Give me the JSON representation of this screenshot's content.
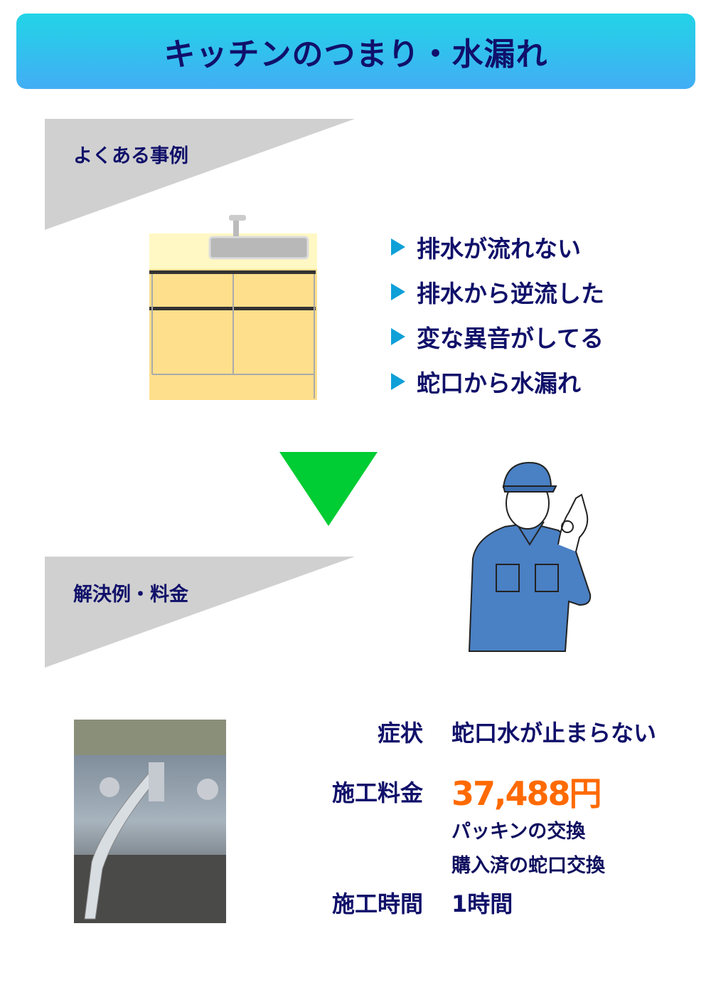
{
  "title": "キッチンのつまり・水漏れ",
  "section1": {
    "label": "よくある事例",
    "items": [
      "排水が流れない",
      "排水から逆流した",
      "変な異音がしてる",
      "蛇口から水漏れ"
    ]
  },
  "section2": {
    "label": "解決例・料金"
  },
  "details": {
    "symptom_label": "症状",
    "symptom": "蛇口水が止まらない",
    "price_label": "施工料金",
    "price": "37,488円",
    "work": [
      "パッキンの交換",
      "購入済の蛇口交換"
    ],
    "time_label": "施工時間",
    "time": "1時間"
  },
  "colors": {
    "accent": "#ff6a00",
    "arrow": "#00cc33",
    "text": "#10106a"
  }
}
